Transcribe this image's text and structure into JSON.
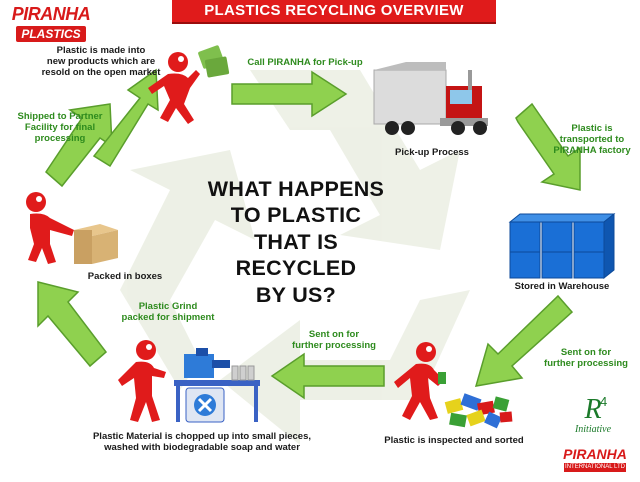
{
  "banner": "PLASTICS RECYCLING OVERVIEW",
  "logo": {
    "line1": "PIRANHA",
    "line2": "PLASTICS"
  },
  "center_question": "WHAT HAPPENS\nTO PLASTIC\nTHAT IS RECYCLED\nBY US?",
  "steps": {
    "new_products": "Plastic is made into\nnew products which are\nresold on the open market",
    "call": "Call PIRANHA for Pick-up",
    "pickup": "Pick-up Process",
    "transported": "Plastic is\ntransported to\nPIRANHA factory",
    "warehouse": "Stored in Warehouse",
    "sent_right": "Sent on for\nfurther processing",
    "inspected": "Plastic is inspected and sorted",
    "sent_mid": "Sent on for\nfurther processing",
    "chopped": "Plastic Material is chopped up into small pieces,\nwashed with biodegradable soap and water",
    "grind": "Plastic Grind\npacked for shipment",
    "boxes": "Packed in boxes",
    "shipped": "Shipped to Partner\nFacility for final\nprocessing"
  },
  "r4_logo": {
    "letter": "R",
    "sup": "4",
    "caption": "Initiative"
  },
  "intl_logo": {
    "line1": "PIRANHA",
    "line2": "INTERNATIONAL LTD"
  },
  "colors": {
    "banner": "#e01b1b",
    "arrow": "#8fd14f",
    "arrow_edge": "#5a9e2c",
    "figure": "#e01b1b",
    "cube": "#1a6fd6",
    "truck": "#c41414"
  }
}
